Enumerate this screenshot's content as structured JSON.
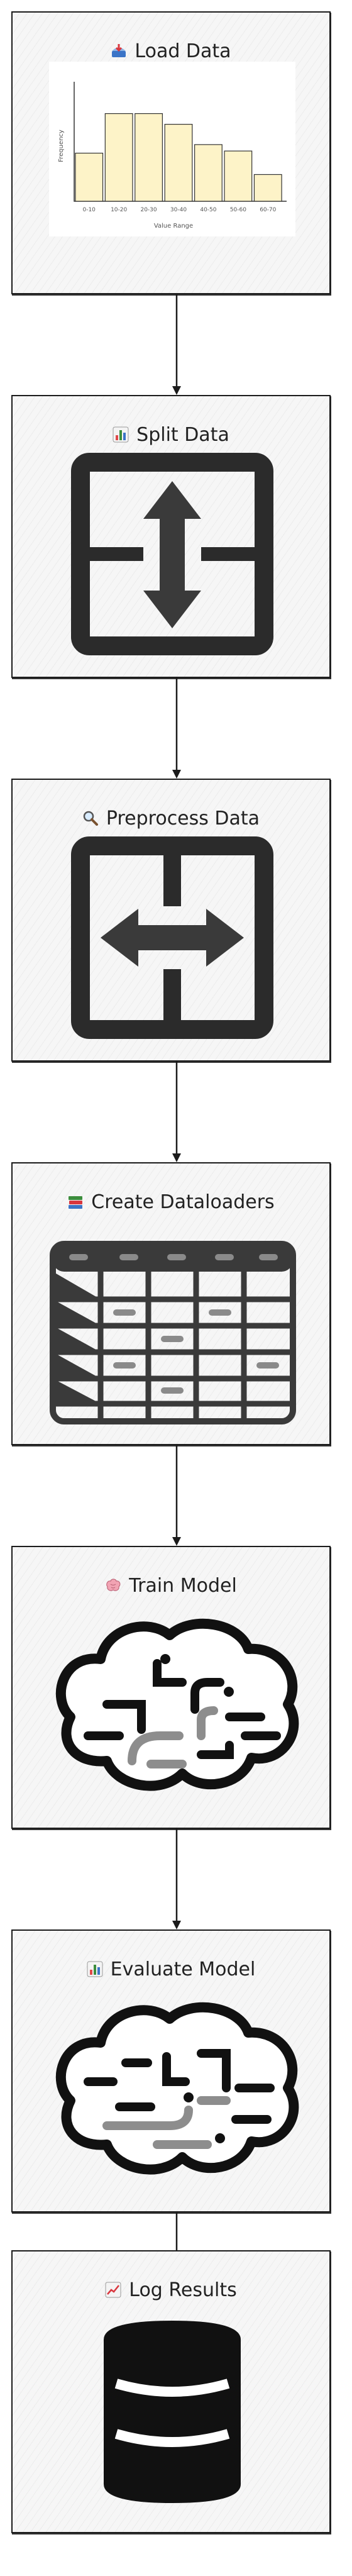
{
  "steps": [
    {
      "title": "Load Data",
      "icon": "inbox-tray-icon"
    },
    {
      "title": "Split Data",
      "icon": "bar-chart-icon"
    },
    {
      "title": "Preprocess Data",
      "icon": "magnifying-glass-icon"
    },
    {
      "title": "Create Dataloaders",
      "icon": "books-icon"
    },
    {
      "title": "Train Model",
      "icon": "brain-icon"
    },
    {
      "title": "Evaluate Model",
      "icon": "bar-chart-icon"
    },
    {
      "title": "Log Results",
      "icon": "chart-increasing-icon"
    }
  ],
  "chart_data": {
    "type": "bar",
    "categories": [
      "0-10",
      "10-20",
      "20-30",
      "30-40",
      "40-50",
      "50-60",
      "60-70"
    ],
    "values": [
      45,
      82,
      82,
      72,
      53,
      47,
      25
    ],
    "xlabel": "Value Range",
    "ylabel": "Frequency",
    "ylim": [
      0,
      100
    ],
    "bar_color": "#fdf3c8"
  },
  "colors": {
    "border": "#1b1b1b",
    "card_hatch": "#ececec"
  }
}
